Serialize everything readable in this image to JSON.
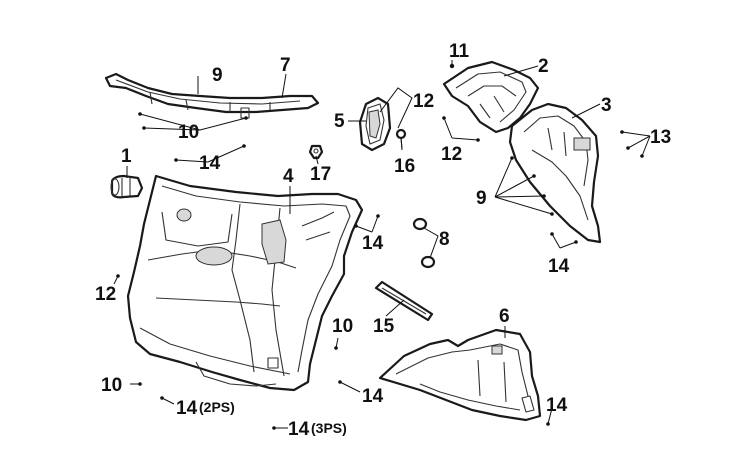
{
  "diagram": {
    "callouts": {
      "c1": "1",
      "c2": "2",
      "c3": "3",
      "c4": "4",
      "c5": "5",
      "c6": "6",
      "c7": "7",
      "c8": "8",
      "c9a": "9",
      "c9b": "9",
      "c10a": "10",
      "c10b": "10",
      "c10c": "10",
      "c11": "11",
      "c12a": "12",
      "c12b": "12",
      "c12c": "12",
      "c13": "13",
      "c14a": "14",
      "c14b": "14",
      "c14c": "14",
      "c14d": "14",
      "c14e": "14",
      "c14f": "14",
      "c14g": "14",
      "c15": "15",
      "c16": "16",
      "c17": "17"
    },
    "suffixes": {
      "s2ps": "(2PS)",
      "s3ps": "(3PS)"
    }
  }
}
